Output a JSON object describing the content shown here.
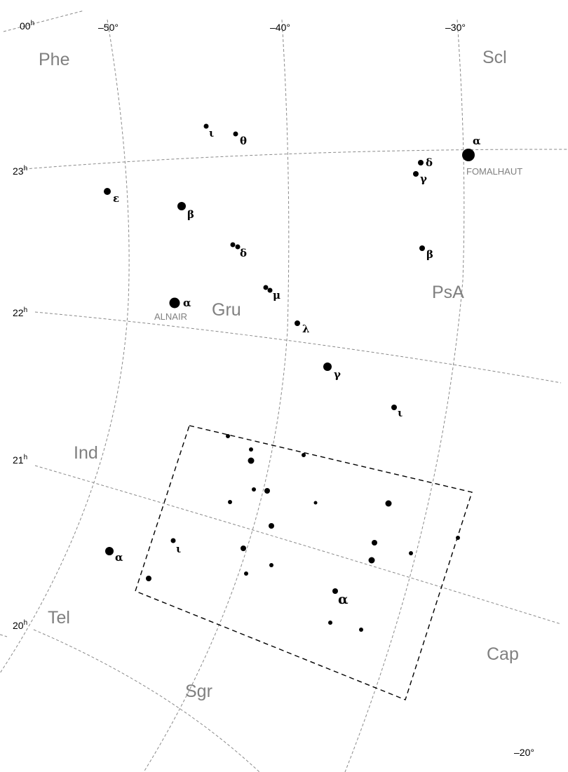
{
  "grid_labels": {
    "ra": [
      "00",
      "23",
      "22",
      "21",
      "20"
    ],
    "ra_unit": "h",
    "dec": [
      "–50°",
      "–40°",
      "–30°",
      "–20°"
    ]
  },
  "constellations": [
    "Phe",
    "Scl",
    "Gru",
    "PsA",
    "Ind",
    "Tel",
    "Sgr",
    "Cap"
  ],
  "star_names": {
    "fomalhaut": "FOMALHAUT",
    "alnair": "ALNAIR"
  },
  "star_labels": {
    "gru_iota": "ι",
    "gru_theta": "θ",
    "gru_epsilon": "ε",
    "gru_beta": "β",
    "gru_delta": "δ",
    "gru_mu": "μ",
    "gru_alpha": "α",
    "gru_lambda": "λ",
    "gru_gamma": "γ",
    "psa_iota": "ι",
    "psa_delta": "δ",
    "psa_gamma": "γ",
    "psa_beta": "β",
    "psa_alpha": "α",
    "ind_alpha": "α",
    "box_iota": "ι",
    "box_alpha": "α"
  }
}
